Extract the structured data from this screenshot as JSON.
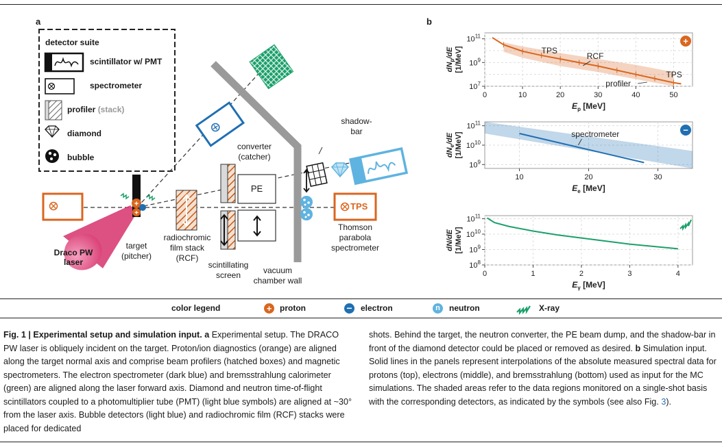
{
  "panel_a_letter": "a",
  "panel_b_letter": "b",
  "detector_suite": {
    "title": "detector suite",
    "items": [
      {
        "icon": "scintillator-pmt-icon",
        "label": "scintillator w/ PMT"
      },
      {
        "icon": "spectrometer-icon",
        "label": "spectrometer"
      },
      {
        "icon": "profiler-icon",
        "label": "profiler",
        "note": "(stack)"
      },
      {
        "icon": "diamond-icon",
        "label": "diamond"
      },
      {
        "icon": "bubble-icon",
        "label": "bubble"
      }
    ]
  },
  "setup_labels": {
    "laser": "Draco PW laser",
    "target": "target",
    "target_sub": "(pitcher)",
    "rcf": "radiochromic",
    "rcf2": "film stack",
    "rcf3": "(RCF)",
    "converter": "converter",
    "converter_sub": "(catcher)",
    "pe": "PE",
    "screen": "scintillating",
    "screen2": "screen",
    "wall": "vacuum",
    "wall2": "chamber wall",
    "shadow": "shadow-",
    "shadow2": "bar",
    "tps": "TPS",
    "tps_desc1": "Thomson",
    "tps_desc2": "parabola",
    "tps_desc3": "spectrometer"
  },
  "color_legend": {
    "title": "color legend",
    "items": [
      {
        "name": "proton",
        "symbol": "+",
        "color": "#d9661f"
      },
      {
        "name": "electron",
        "symbol": "−",
        "color": "#1f6fb2"
      },
      {
        "name": "neutron",
        "symbol": "n",
        "color": "#5fb3e0"
      },
      {
        "name": "X-ray",
        "symbol": "",
        "color": "#1aa06a"
      }
    ]
  },
  "colors": {
    "proton": "#d9661f",
    "electron": "#1f6fb2",
    "neutron": "#5fb3e0",
    "xray": "#1aa06a",
    "laser": "#d6336c",
    "wall": "#9a9a9a"
  },
  "chart_data": [
    {
      "type": "line",
      "particle": "proton",
      "xlabel": "E",
      "xlabel_sub": "p",
      "xlabel_unit": "[MeV]",
      "ylabel": "dN",
      "ylabel_sub": "p",
      "ylabel_tail": "/dE",
      "ylabel_unit": "[1/MeV]",
      "xlim": [
        0,
        55
      ],
      "ylim_log10": [
        7,
        11.5
      ],
      "xticks": [
        0,
        10,
        20,
        30,
        40,
        50
      ],
      "yticks": [
        "10^11",
        "10^9",
        "10^7"
      ],
      "annotations": [
        "TPS",
        "RCF",
        "TPS",
        "profiler"
      ],
      "series": [
        {
          "x": [
            2,
            5,
            10,
            15,
            20,
            25,
            30,
            35,
            40,
            45,
            50,
            52
          ],
          "log10_y": [
            11.1,
            10.5,
            9.95,
            9.6,
            9.3,
            9.0,
            8.7,
            8.35,
            8.0,
            7.65,
            7.3,
            7.2
          ]
        }
      ],
      "band": {
        "x": [
          5,
          10,
          20,
          30,
          40,
          50
        ],
        "log10_low": [
          9.9,
          9.4,
          8.7,
          8.2,
          7.6,
          7.0
        ],
        "log10_high": [
          10.7,
          10.35,
          9.8,
          9.3,
          8.8,
          8.2
        ]
      }
    },
    {
      "type": "line",
      "particle": "electron",
      "xlabel": "E",
      "xlabel_sub": "e",
      "xlabel_unit": "[MeV]",
      "ylabel": "dN",
      "ylabel_sub": "e",
      "ylabel_tail": "/dE",
      "ylabel_unit": "[1/MeV]",
      "xlim": [
        5,
        35
      ],
      "ylim_log10": [
        8.8,
        11.2
      ],
      "xticks": [
        10,
        20,
        30
      ],
      "yticks": [
        "10^11",
        "10^10",
        "10^9"
      ],
      "annotations": [
        "spectrometer"
      ],
      "series": [
        {
          "x": [
            10,
            28
          ],
          "log10_y": [
            10.6,
            9.1
          ]
        }
      ],
      "band": {
        "x": [
          5,
          35
        ],
        "log10_low": [
          10.6,
          8.8
        ],
        "log10_high": [
          11.2,
          9.7
        ]
      }
    },
    {
      "type": "line",
      "particle": "X-ray",
      "xlabel": "E",
      "xlabel_sub": "γ",
      "xlabel_unit": "[MeV]",
      "ylabel": "dN/dE",
      "ylabel_sub": "",
      "ylabel_tail": "",
      "ylabel_unit": "[1/MeV]",
      "xlim": [
        0,
        4.3
      ],
      "ylim_log10": [
        8,
        11.2
      ],
      "xticks": [
        0,
        1,
        2,
        3,
        4
      ],
      "yticks": [
        "10^11",
        "10^10",
        "10^9",
        "10^8"
      ],
      "annotations": [],
      "series": [
        {
          "x": [
            0.05,
            0.2,
            0.5,
            1,
            1.5,
            2,
            2.5,
            3,
            3.5,
            4
          ],
          "log10_y": [
            11.05,
            10.75,
            10.5,
            10.2,
            9.95,
            9.75,
            9.55,
            9.35,
            9.2,
            9.05
          ]
        }
      ]
    }
  ],
  "caption": {
    "fig": "Fig. 1 | Experimental setup and simulation input.",
    "a_label": "a",
    "col1": " Experimental setup. The DRACO PW laser is obliquely incident on the target. Proton/ion diagnostics (orange) are aligned along the target normal axis and comprise beam profilers (hatched boxes) and magnetic spectrometers. The electron spectrometer (dark blue) and bremsstrahlung calorimeter (green) are aligned along the laser forward axis. Diamond and neutron time-of-flight scintillators coupled to a photomultiplier tube (PMT) (light blue symbols) are aligned at ~30° from the laser axis. Bubble detectors (light blue) and radiochromic film (RCF) stacks were placed for dedicated",
    "col2a": "shots. Behind the target, the neutron converter, the PE beam dump, and the shadow-bar in front of the diamond detector could be placed or removed as desired. ",
    "b_label": "b",
    "col2b": " Simulation input. Solid lines in the panels represent interpolations of the absolute measured spectral data for protons (top), electrons (middle), and bremsstrahlung (bottom) used as input for the MC simulations. The shaded areas refer to the data regions monitored on a single-shot basis with the corresponding detectors, as indicated by the symbols (see also Fig. ",
    "fig_ref": "3",
    "col2c": ")."
  }
}
